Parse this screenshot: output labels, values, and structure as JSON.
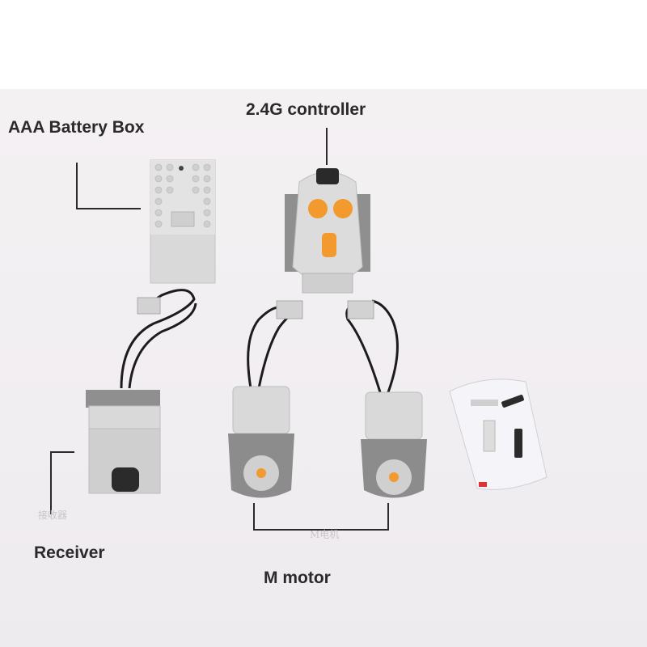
{
  "labels": {
    "battery_box": "AAA Battery Box",
    "controller": "2.4G controller",
    "receiver": "Receiver",
    "motor": "M motor"
  },
  "faint_text": {
    "receiver_cn": "接收器",
    "motor_cn": "M电机"
  },
  "colors": {
    "background": "#f1eef1",
    "brick_gray": "#d6d6d6",
    "dark_gray": "#8a8a8a",
    "orange": "#f29a2e",
    "cable": "#1c1c1c",
    "label_text": "#2a2a2a"
  }
}
